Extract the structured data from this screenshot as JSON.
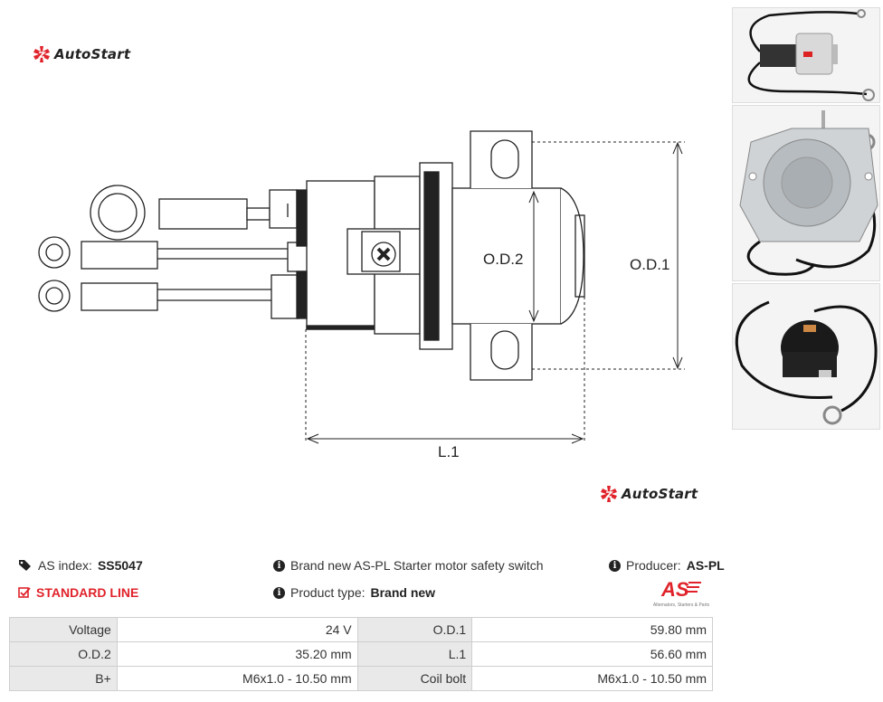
{
  "brand": {
    "name": "AutoStart",
    "accent": "#e0232b"
  },
  "drawing": {
    "labels": {
      "od2": "O.D.2",
      "od1": "O.D.1",
      "l1": "L.1"
    }
  },
  "info": {
    "index_label": "AS index:",
    "index_value": "SS5047",
    "line": "STANDARD LINE",
    "description": "Brand new AS-PL Starter motor safety switch",
    "type_label": "Product type:",
    "type_value": "Brand new",
    "producer_label": "Producer:",
    "producer_value": "AS-PL",
    "producer_logo_text": "AS",
    "producer_logo_caption": "Alternators, Starters & Parts"
  },
  "specs": [
    {
      "l1": "Voltage",
      "v1": "24 V",
      "l2": "O.D.1",
      "v2": "59.80 mm"
    },
    {
      "l1": "O.D.2",
      "v1": "35.20 mm",
      "l2": "L.1",
      "v2": "56.60 mm"
    },
    {
      "l1": "B+",
      "v1": "M6x1.0 - 10.50 mm",
      "l2": "Coil bolt",
      "v2": "M6x1.0 - 10.50 mm"
    }
  ]
}
